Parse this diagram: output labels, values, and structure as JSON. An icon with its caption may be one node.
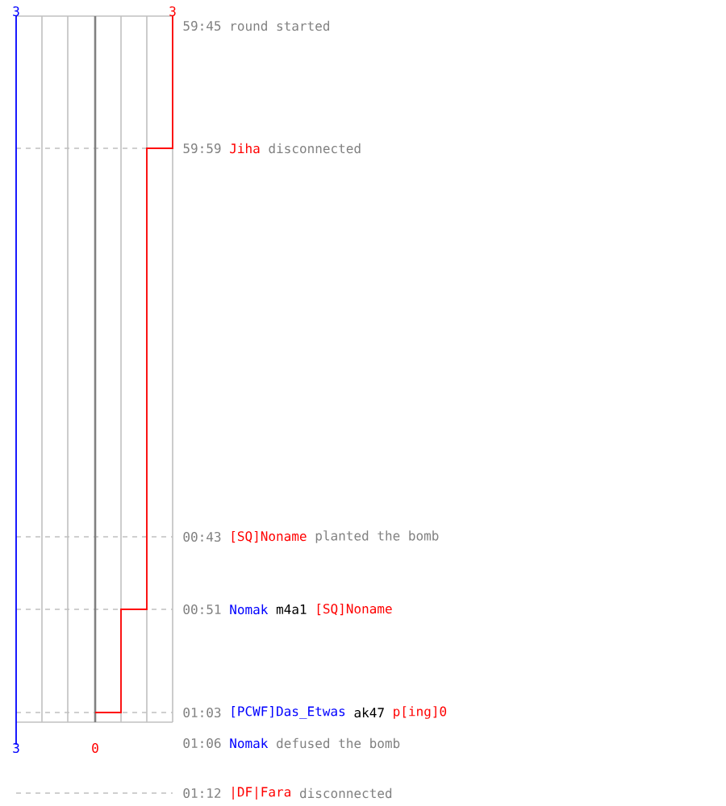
{
  "diagram": {
    "labels": [
      "3",
      "3",
      "59:45",
      "round started",
      "59:59",
      "Jiha",
      "disconnected",
      "00:43",
      "[SQ]Noname",
      "planted the bomb",
      "00:51",
      "Nomak",
      "m4a1",
      "[SQ]Noname",
      "01:03",
      "[PCWF]Das_Etwas",
      "ak47",
      "p[ing]0",
      "3",
      "0",
      "01:06",
      "Nomak",
      "defused the bomb",
      "01:12",
      "|DF|Fara",
      "disconnected"
    ]
  }
}
